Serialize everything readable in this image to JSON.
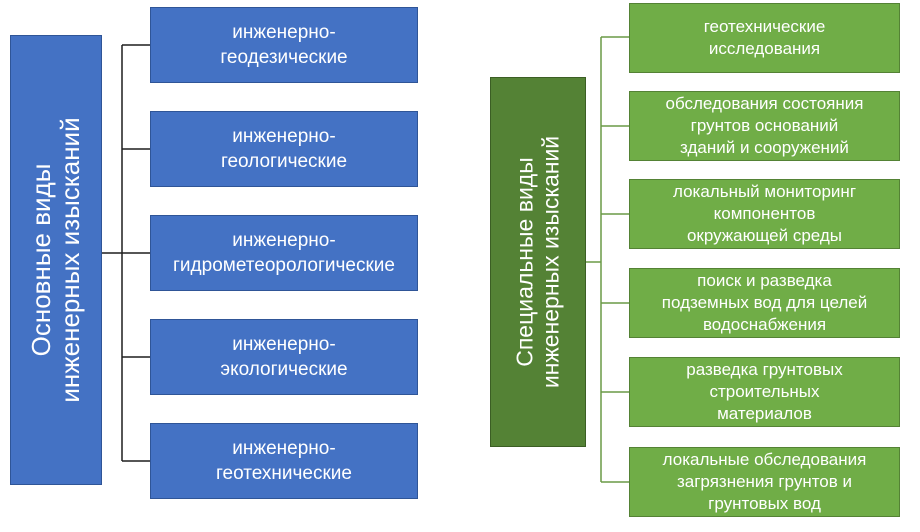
{
  "left_group": {
    "title": "Основные виды\nинженерных изысканий",
    "color": "#4472c4",
    "items": [
      {
        "label": "инженерно-\nгеодезические"
      },
      {
        "label": "инженерно-\nгеологические"
      },
      {
        "label": "инженерно-\nгидрометеорологические"
      },
      {
        "label": "инженерно-\nэкологические"
      },
      {
        "label": "инженерно-\nгеотехнические"
      }
    ]
  },
  "right_group": {
    "title": "Специальные виды\nинженерных изысканий",
    "color": "#548235",
    "item_color": "#70ad47",
    "items": [
      {
        "label": "геотехнические\nисследования"
      },
      {
        "label": "обследования состояния\nгрунтов оснований\nзданий и сооружений"
      },
      {
        "label": "локальный мониторинг\nкомпонентов\nокружающей среды"
      },
      {
        "label": "поиск и разведка\nподземных вод для целей\nводоснабжения"
      },
      {
        "label": "разведка грунтовых\nстроительных\nматериалов"
      },
      {
        "label": "локальные обследования\nзагрязнения грунтов и\nгрунтовых вод"
      }
    ]
  }
}
